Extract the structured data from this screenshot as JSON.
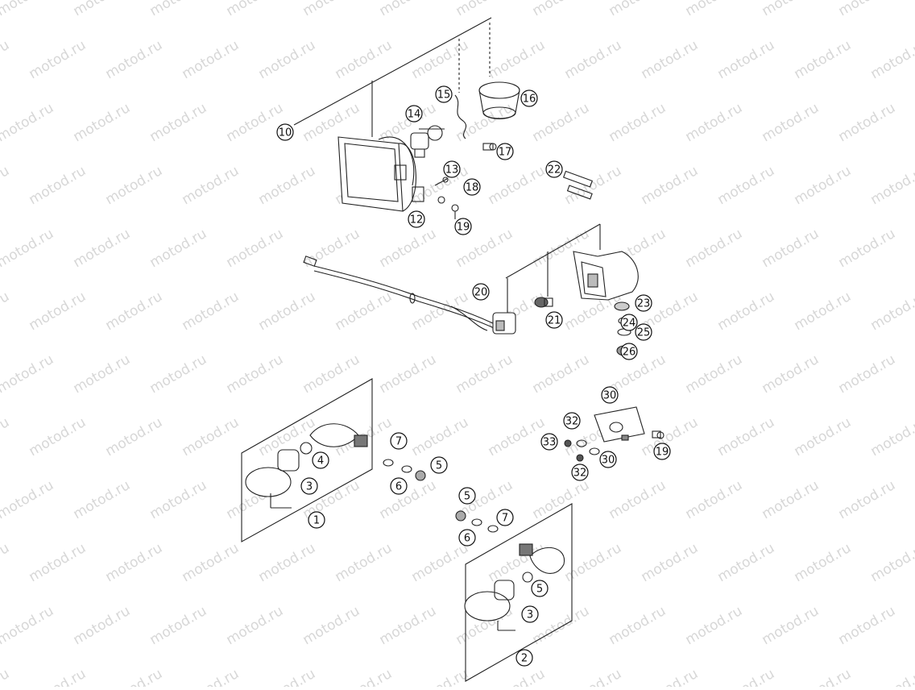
{
  "watermark": {
    "text": "motod.ru"
  },
  "callouts": [
    "1",
    "2",
    "3",
    "4",
    "5",
    "6",
    "7",
    "10",
    "12",
    "13",
    "14",
    "15",
    "16",
    "17",
    "18",
    "19",
    "20",
    "21",
    "22",
    "23",
    "24",
    "25",
    "26",
    "30",
    "32",
    "33"
  ]
}
